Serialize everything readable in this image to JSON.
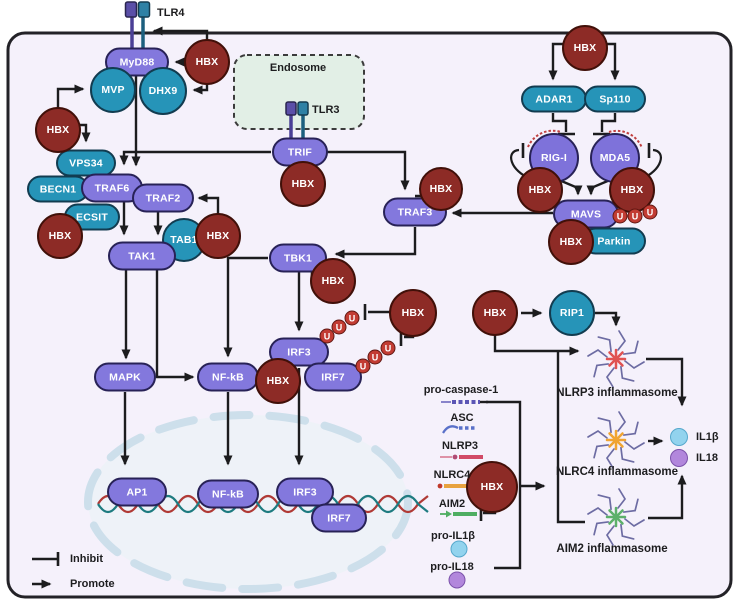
{
  "colors": {
    "hbx_protein": "#8d2b26",
    "signaling_node_purple": "#8378dd",
    "host_factor_teal": "#2694b8",
    "ubiquitin_red": "#c23c33",
    "endosome_fill": "#e2efe6",
    "nucleus_fill": "#eef2f8",
    "cell_fill": "#f5f1fb",
    "il1b_fill": "#92d3ee",
    "il18_fill": "#b287dc"
  },
  "receptors": {
    "tlr4": "TLR4",
    "tlr3": "TLR3"
  },
  "compartments": {
    "endosome": "Endosome"
  },
  "nodes": {
    "myd88": "MyD88",
    "hbx": "HBX",
    "mvp": "MVP",
    "dhx9": "DHX9",
    "vps34": "VPS34",
    "becn1": "BECN1",
    "traf6": "TRAF6",
    "ecsit": "ECSIT",
    "traf2": "TRAF2",
    "tab1": "TAB1",
    "tak1": "TAK1",
    "mapk": "MAPK",
    "nfkb": "NF-kB",
    "trif": "TRIF",
    "tbk1": "TBK1",
    "traf3": "TRAF3",
    "irf3": "IRF3",
    "irf7": "IRF7",
    "adar1": "ADAR1",
    "sp110": "Sp110",
    "rigi": "RIG-I",
    "mda5": "MDA5",
    "mavs": "MAVS",
    "parkin": "Parkin",
    "rip1": "RIP1",
    "ap1": "AP1",
    "ubiquitin": "U"
  },
  "inflammasomes": {
    "nlrp3": "NLRP3 inflammasome",
    "nlrc4": "NLRC4 inflammasome",
    "aim2": "AIM2 inflammasome"
  },
  "cytokines": {
    "il1b": "IL1β",
    "il18": "IL18"
  },
  "components": {
    "pro_caspase1": "pro-caspase-1",
    "asc": "ASC",
    "nlrp3": "NLRP3",
    "nlrc4": "NLRC4",
    "aim2": "AIM2",
    "pro_il1b": "pro-IL1β",
    "pro_il18": "pro-IL18"
  },
  "legend": {
    "inhibit": "Inhibit",
    "promote": "Promote"
  }
}
